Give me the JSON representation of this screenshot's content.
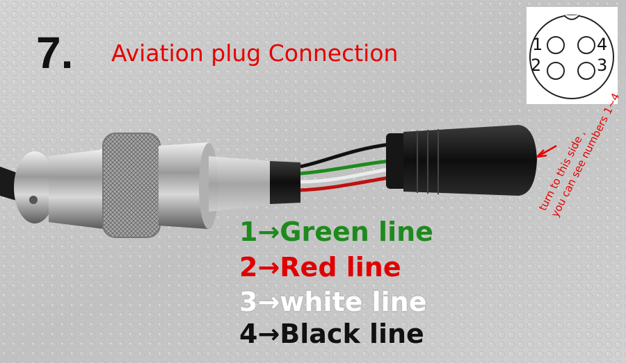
{
  "step": {
    "number": "7."
  },
  "title": "Aviation plug Connection",
  "pinout": {
    "pins": [
      "1",
      "4",
      "2",
      "3"
    ]
  },
  "legend": [
    {
      "text": "1→Green line",
      "color": "#1e8a1e"
    },
    {
      "text": "2→Red line",
      "color": "#e00000"
    },
    {
      "text": "3→white line",
      "color": "#ffffff"
    },
    {
      "text": "4→Black line",
      "color": "#111111"
    }
  ],
  "note": {
    "line1": "turn to this side ,",
    "line2": "you can see numbers 1~4"
  },
  "colors": {
    "accent_red": "#e60000",
    "background": "#c9c9c9"
  }
}
